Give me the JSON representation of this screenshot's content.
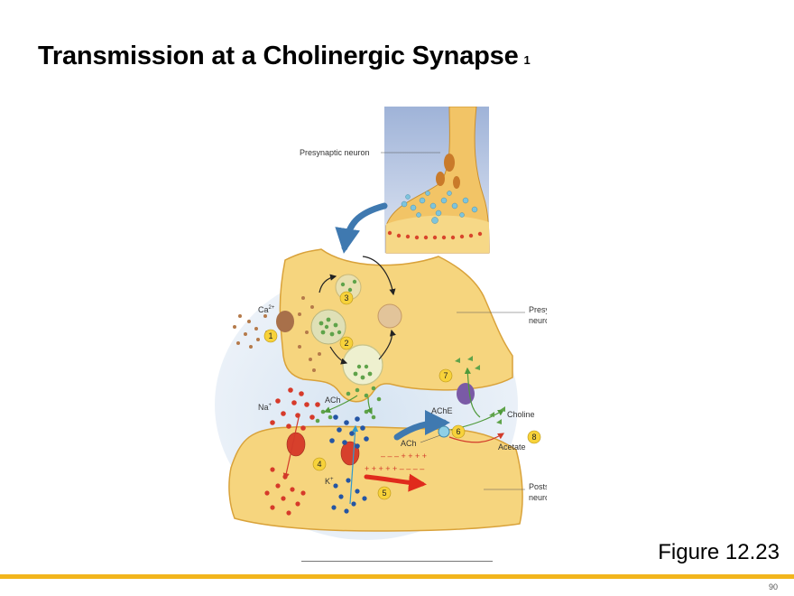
{
  "slide": {
    "title": "Transmission at a Cholinergic Synapse",
    "title_suffix": "1",
    "figure_ref": "Figure 12.23",
    "page_number": "90"
  },
  "figure": {
    "labels": {
      "presynaptic_top": "Presynaptic neuron",
      "presynaptic_right_1": "Presynaptic",
      "presynaptic_right_2": "neuron",
      "postsynaptic_1": "Postsynaptic",
      "postsynaptic_2": "neuron",
      "ca": "Ca",
      "ca_sup": "2+",
      "na": "Na",
      "na_sup": "+",
      "k": "K",
      "k_sup": "+",
      "ach_1": "ACh",
      "ach_2": "ACh",
      "ache": "AChE",
      "choline": "Choline",
      "acetate": "Acetate"
    },
    "steps": [
      "1",
      "2",
      "3",
      "4",
      "5",
      "6",
      "7",
      "8"
    ],
    "charges": {
      "upper_row": "–  –  –  +  +  +  +",
      "lower_row": "+  +  +  +  +  –  –  –  –"
    },
    "colors": {
      "neuron_fill": "#f6d57e",
      "neuron_edge": "#d9a23a",
      "step_badge": "#f7d23a",
      "ach_green": "#5fa34a",
      "na_red": "#d63a2a",
      "k_blue": "#2455a4",
      "ca_brown": "#b57a4a",
      "arrow_blue": "#3f79b0",
      "accent_bar": "#f2b51c"
    }
  }
}
